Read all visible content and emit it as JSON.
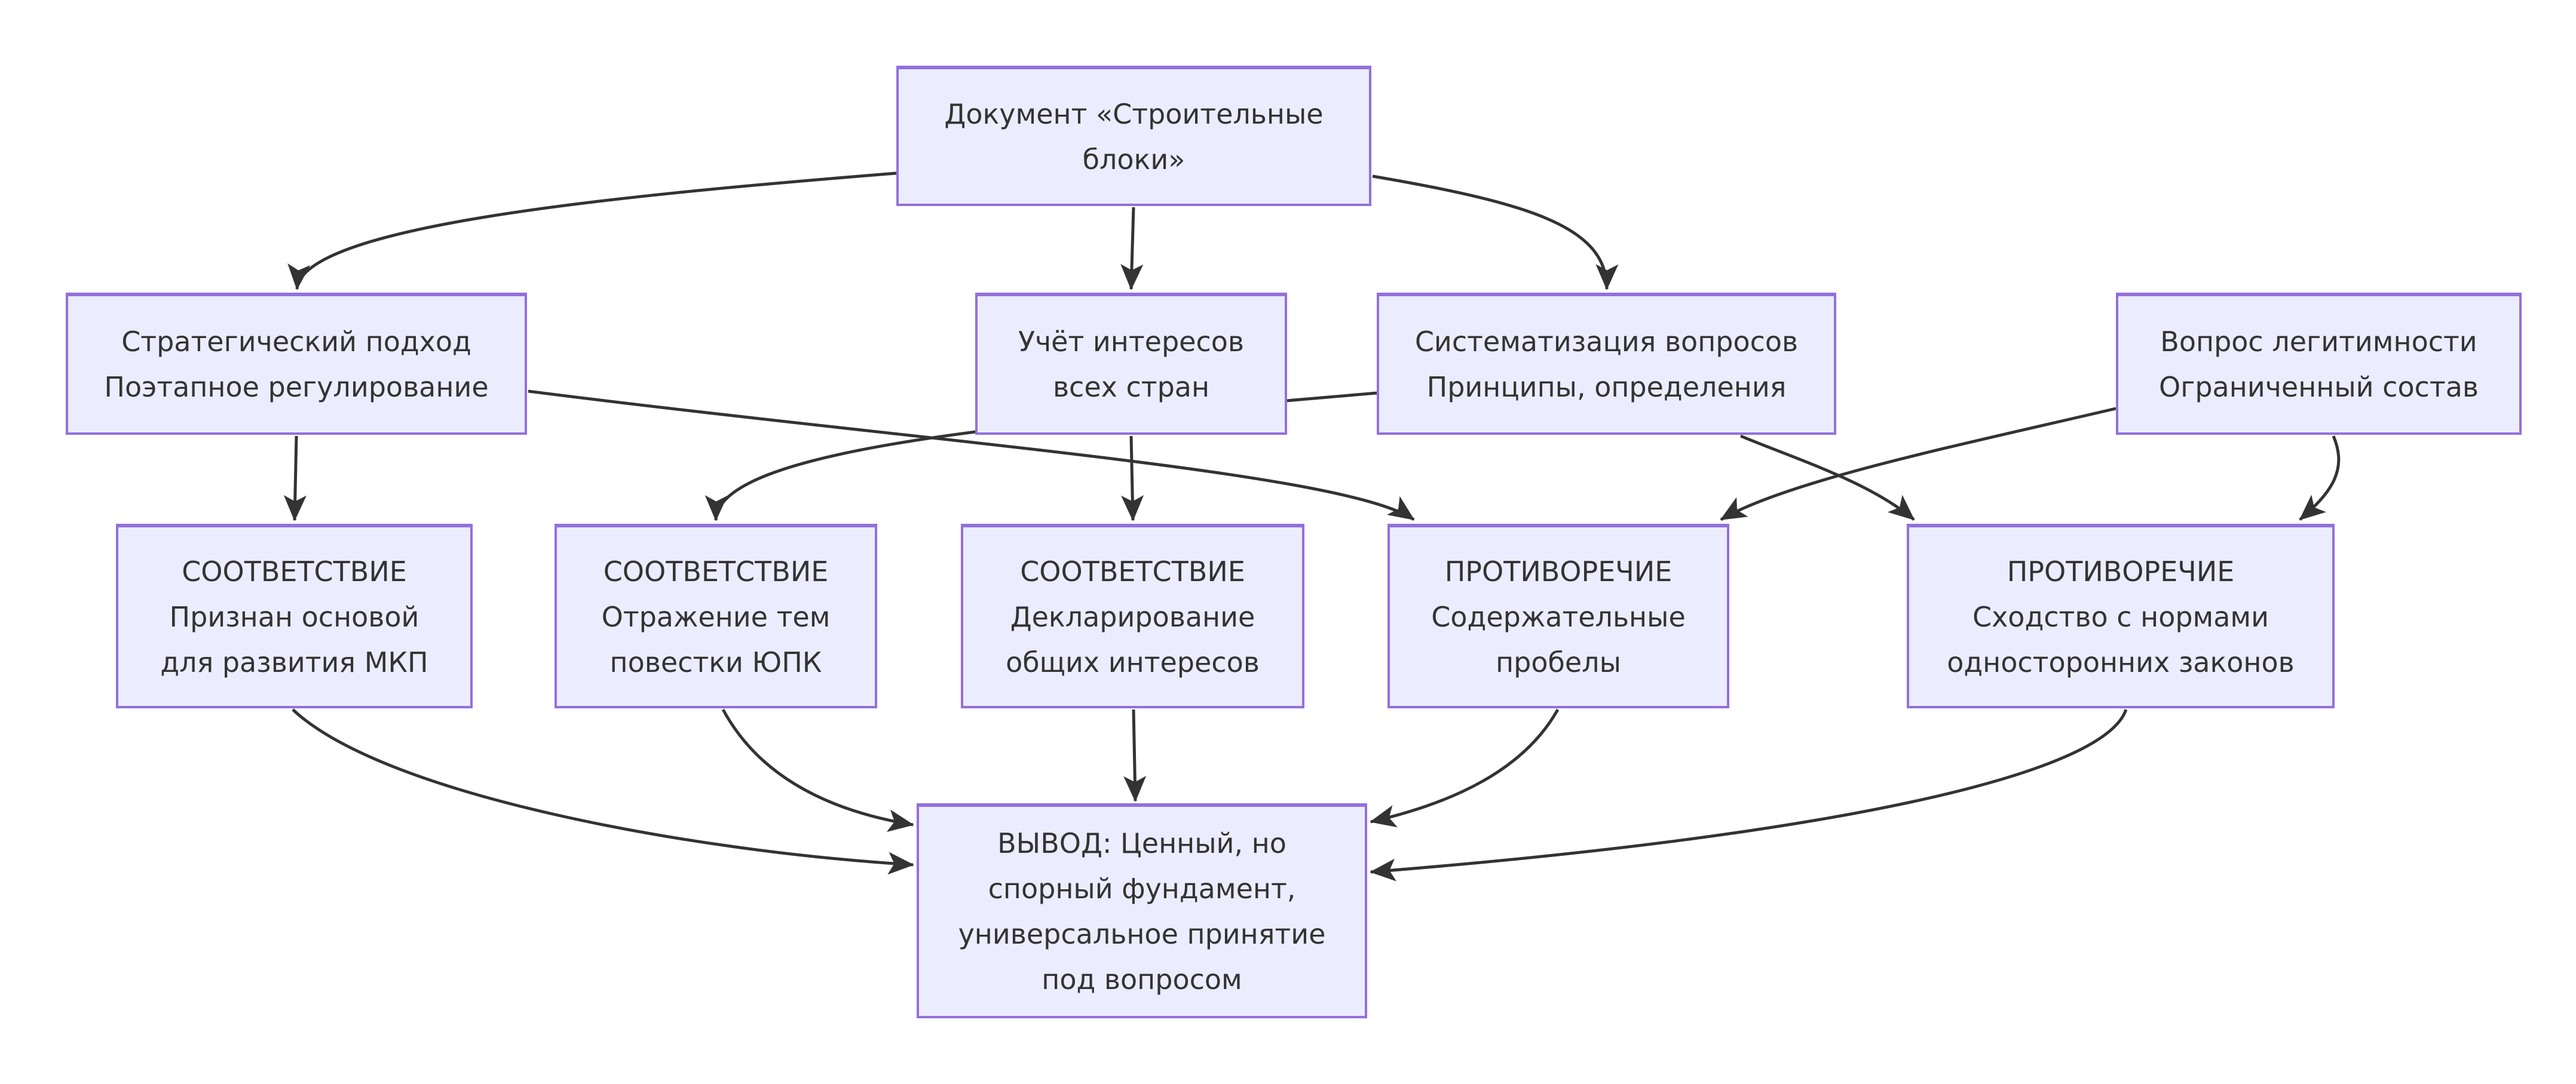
{
  "diagram": {
    "type": "flowchart",
    "background_color": "#ffffff",
    "node_fill_color": "#ECECFF",
    "node_border_color": "#9370DB",
    "edge_color": "#333333",
    "text_color": "#333333"
  },
  "nodes": {
    "doc": {
      "lines": [
        "Документ «Строительные",
        "блоки»"
      ]
    },
    "strategy": {
      "lines": [
        "Стратегический подход",
        "Поэтапное регулирование"
      ]
    },
    "interests": {
      "lines": [
        "Учёт интересов",
        "всех стран"
      ]
    },
    "system": {
      "lines": [
        "Систематизация вопросов",
        "Принципы, определения"
      ]
    },
    "legitimacy": {
      "lines": [
        "Вопрос легитимности",
        "Ограниченный состав"
      ]
    },
    "match1": {
      "lines": [
        "СООТВЕТСТВИЕ",
        "Признан основой",
        "для развития МКП"
      ]
    },
    "match2": {
      "lines": [
        "СООТВЕТСТВИЕ",
        "Отражение тем",
        "повестки ЮПК"
      ]
    },
    "match3": {
      "lines": [
        "СООТВЕТСТВИЕ",
        "Декларирование",
        "общих интересов"
      ]
    },
    "contra1": {
      "lines": [
        "ПРОТИВОРЕЧИЕ",
        "Содержательные",
        "пробелы"
      ]
    },
    "contra2": {
      "lines": [
        "ПРОТИВОРЕЧИЕ",
        "Сходство с нормами",
        "односторонних законов"
      ]
    },
    "conclusion": {
      "lines": [
        "ВЫВОД: Ценный, но",
        "спорный фундамент,",
        "универсальное принятие",
        "под вопросом"
      ]
    }
  },
  "edges": [
    {
      "from": "doc",
      "to": "strategy"
    },
    {
      "from": "doc",
      "to": "interests"
    },
    {
      "from": "doc",
      "to": "system"
    },
    {
      "from": "strategy",
      "to": "match1"
    },
    {
      "from": "strategy",
      "to": "contra1"
    },
    {
      "from": "interests",
      "to": "match3"
    },
    {
      "from": "system",
      "to": "match2"
    },
    {
      "from": "system",
      "to": "contra2"
    },
    {
      "from": "legitimacy",
      "to": "contra1"
    },
    {
      "from": "legitimacy",
      "to": "contra2"
    },
    {
      "from": "match1",
      "to": "conclusion"
    },
    {
      "from": "match2",
      "to": "conclusion"
    },
    {
      "from": "match3",
      "to": "conclusion"
    },
    {
      "from": "contra1",
      "to": "conclusion"
    },
    {
      "from": "contra2",
      "to": "conclusion"
    }
  ]
}
